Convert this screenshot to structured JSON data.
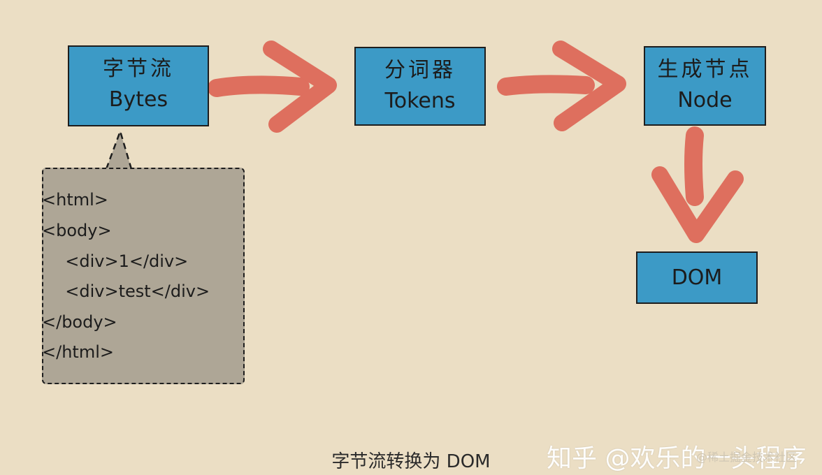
{
  "nodes": {
    "bytes": {
      "cn": "字节流",
      "en": "Bytes"
    },
    "tokens": {
      "cn": "分词器",
      "en": "Tokens"
    },
    "node": {
      "cn": "生成节点",
      "en": "Node"
    },
    "dom": {
      "en": "DOM"
    }
  },
  "code_lines": [
    "<html>",
    "<body>",
    "  <div>1</div>",
    "  <div>test</div>",
    "</body>",
    "</html>"
  ],
  "caption": "字节流转换为 DOM",
  "watermark": "知乎 @欢乐的一头程序",
  "watermark_secondary": "@稀土掘金技术社区",
  "colors": {
    "background": "#ebdec4",
    "node_fill": "#3c9ac6",
    "arrow": "#de6f5e",
    "bubble_fill": "#aea696"
  }
}
